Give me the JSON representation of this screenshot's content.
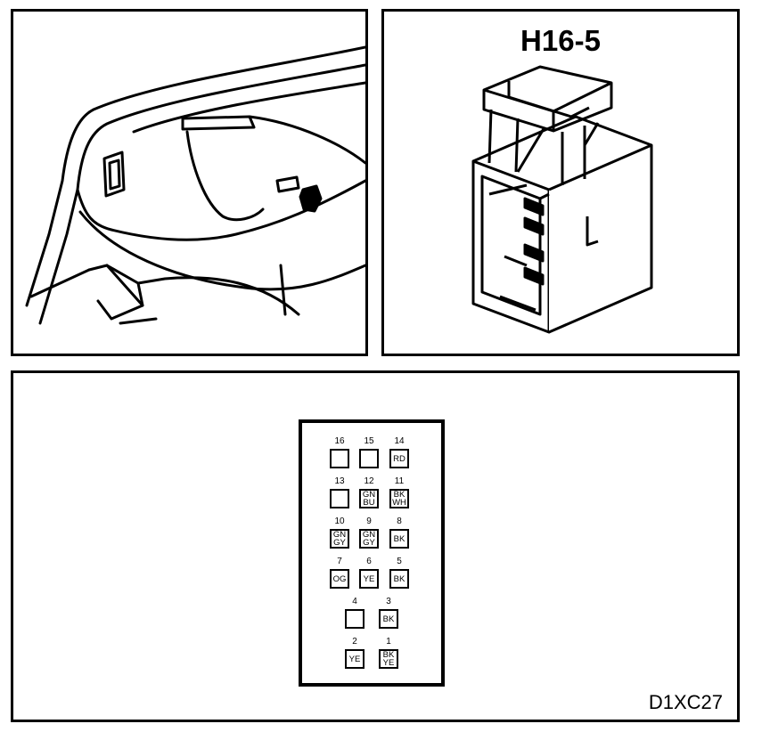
{
  "connector": {
    "id": "H16-5"
  },
  "figure": {
    "code": "D1XC27"
  },
  "pins": [
    {
      "num": "16",
      "wire": ""
    },
    {
      "num": "15",
      "wire": ""
    },
    {
      "num": "14",
      "wire": "RD"
    },
    {
      "num": "13",
      "wire": ""
    },
    {
      "num": "12",
      "wire": "GN\nBU"
    },
    {
      "num": "11",
      "wire": "BK\nWH"
    },
    {
      "num": "10",
      "wire": "GN\nGY"
    },
    {
      "num": "9",
      "wire": "GN\nGY"
    },
    {
      "num": "8",
      "wire": "BK"
    },
    {
      "num": "7",
      "wire": "OG"
    },
    {
      "num": "6",
      "wire": "YE"
    },
    {
      "num": "5",
      "wire": "BK"
    },
    {
      "num": "4",
      "wire": ""
    },
    {
      "num": "3",
      "wire": "BK"
    },
    {
      "num": "2",
      "wire": "YE"
    },
    {
      "num": "1",
      "wire": "BK\nYE"
    }
  ]
}
